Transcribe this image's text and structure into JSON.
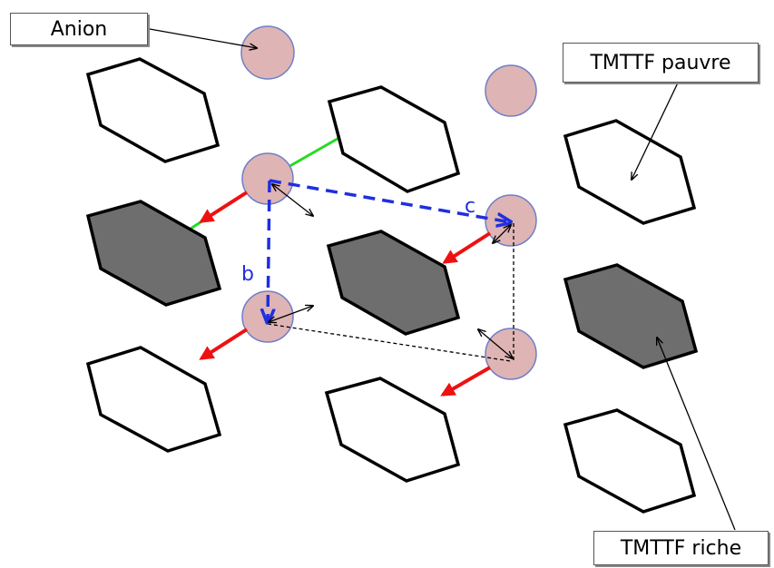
{
  "labels": {
    "anion": "Anion",
    "tmttf_pauvre": "TMTTF pauvre",
    "tmttf_riche": "TMTTF riche",
    "axis_b": "b",
    "axis_c": "c"
  },
  "colors": {
    "anion_fill": "#deb4b4",
    "anion_stroke": "#6f7fc8",
    "rich_fill": "#6e6e6e",
    "poor_fill": "#ffffff",
    "axis_blue": "#1f2fe0",
    "arrow_red": "#ee1111",
    "contact_green": "#22dd22"
  }
}
